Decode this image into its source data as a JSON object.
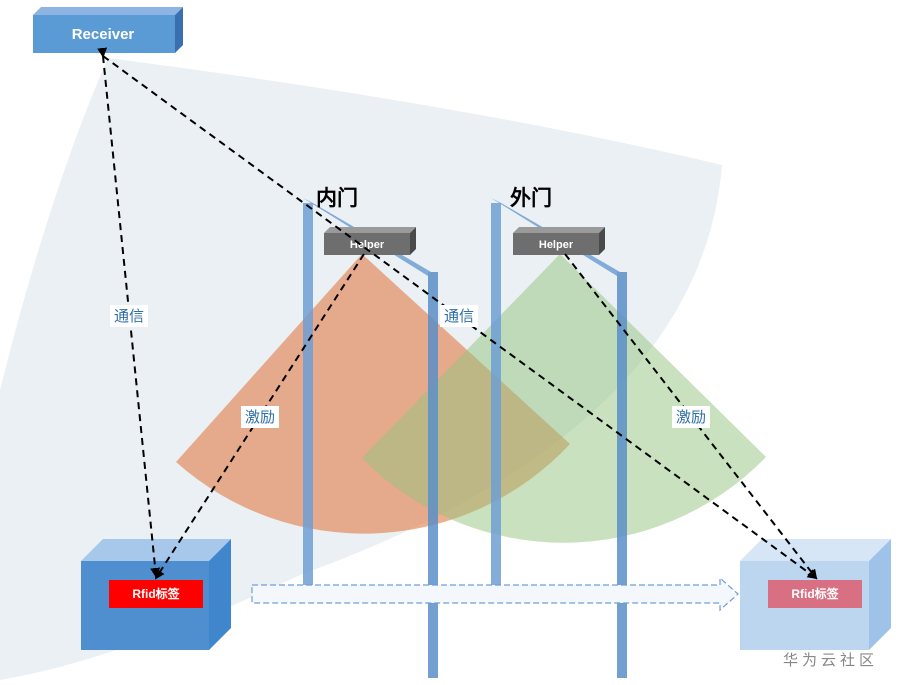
{
  "receiver": {
    "label": "Receiver"
  },
  "doors": {
    "inner": "内门",
    "outer": "外门"
  },
  "helpers": {
    "inner": "Helper",
    "outer": "Helper"
  },
  "tags": {
    "inside": "Rfid标签",
    "outside": "Rfid标签"
  },
  "edges": {
    "comm_left": "通信",
    "comm_center": "通信",
    "excite_left": "激励",
    "excite_right": "激励"
  },
  "watermark": "华为云社区",
  "colors": {
    "receiver_blue": "#5b9bd5",
    "door_blue": "#6f9fd4",
    "helper_gray": "#6e6e6e",
    "inner_field": "#e07b45",
    "outer_field": "#93c47d",
    "coverage": "#e9eef4",
    "tag_red": "#ff0000",
    "tag_pink": "#e06c82",
    "label_blue": "#2e6fa8"
  }
}
